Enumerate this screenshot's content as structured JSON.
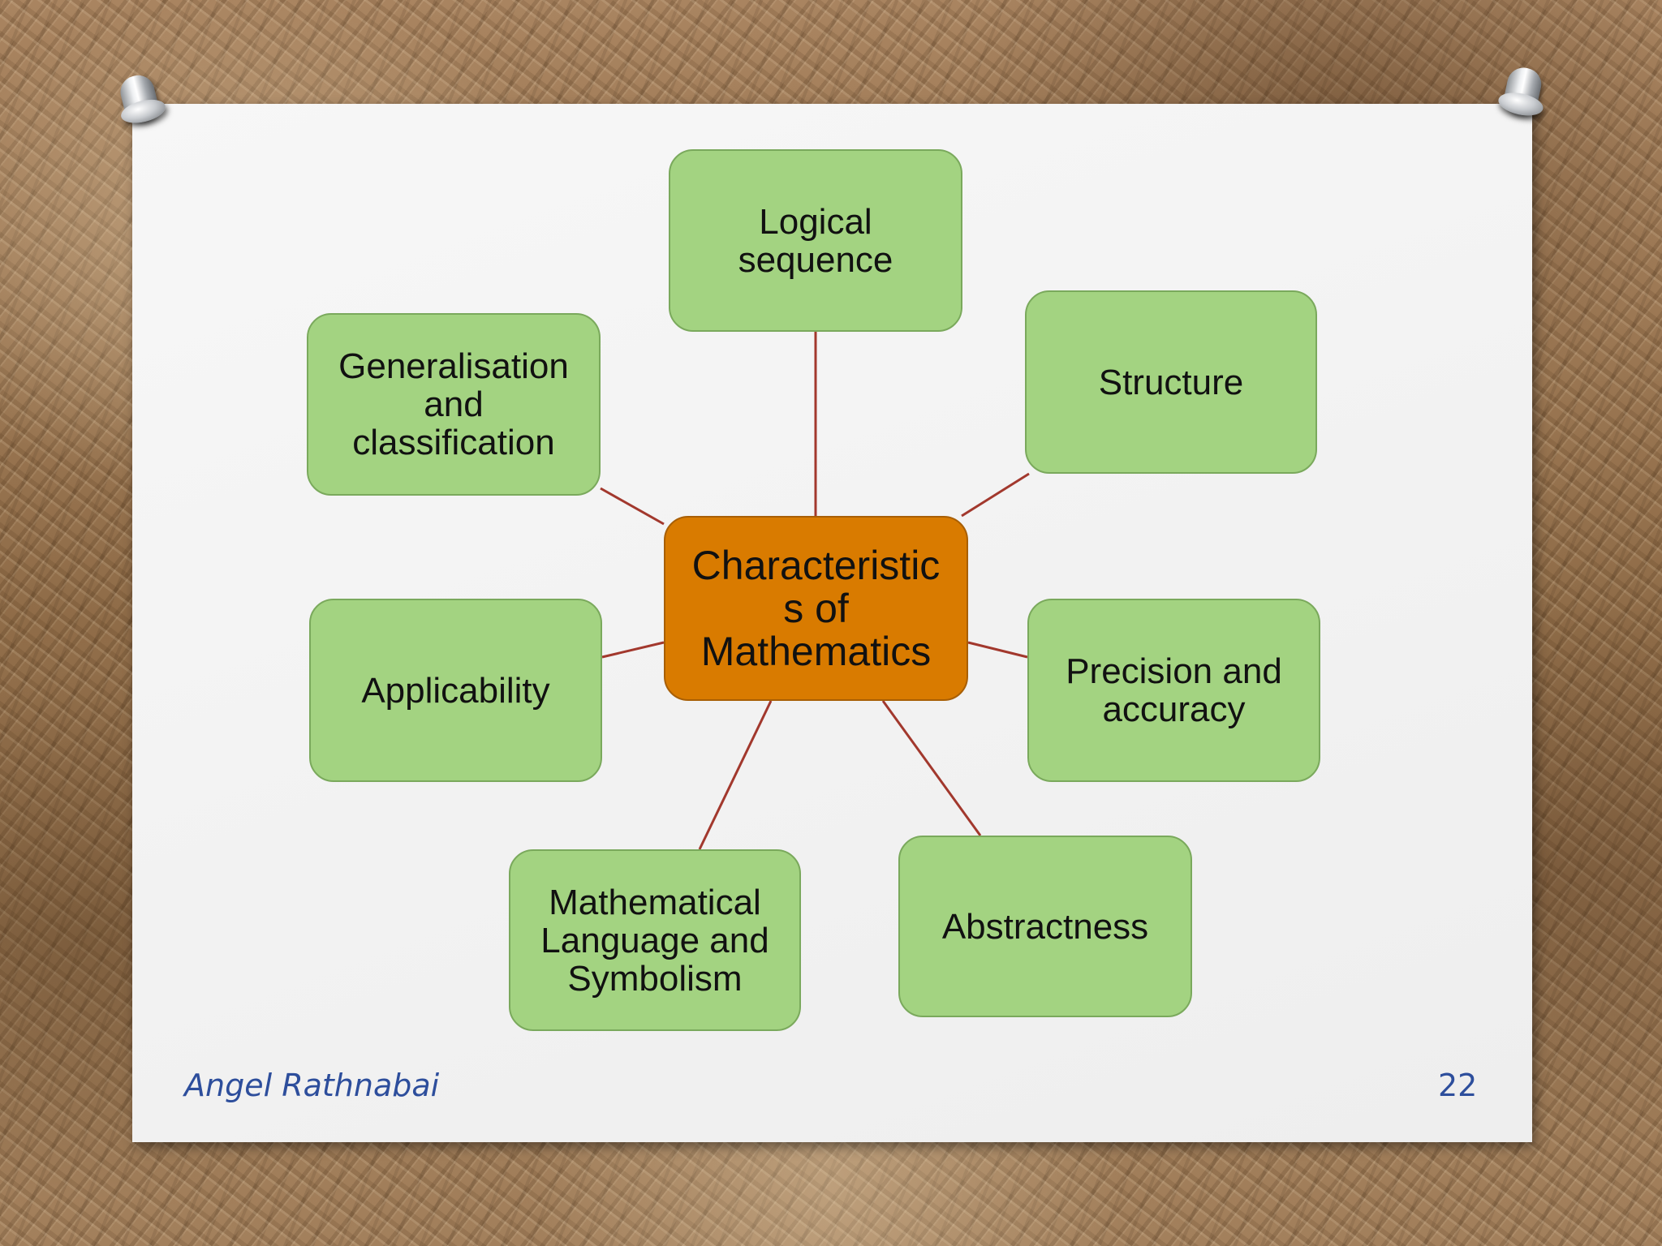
{
  "diagram": {
    "center": "Characteristic\ns of\nMathematics",
    "nodes": {
      "logical_sequence": "Logical\nsequence",
      "structure": "Structure",
      "generalisation": "Generalisation\nand\nclassification",
      "applicability": "Applicability",
      "precision": "Precision and\naccuracy",
      "language": "Mathematical\nLanguage and\nSymbolism",
      "abstractness": "Abstractness"
    },
    "colors": {
      "node_fill": "#a3d381",
      "center_fill": "#d97b00",
      "connector": "#a2382d"
    }
  },
  "footer": {
    "author": "Angel Rathnabai",
    "page_number": "22"
  }
}
